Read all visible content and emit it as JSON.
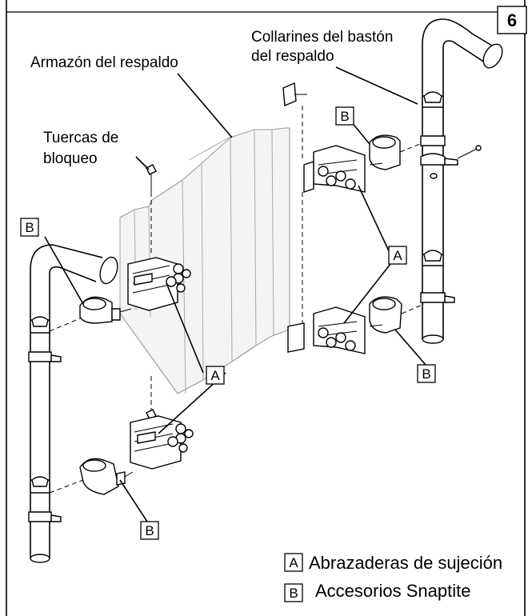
{
  "figure": {
    "number": "6",
    "callouts": {
      "backrest_frame": "Armazón del respaldo",
      "lock_nuts_line1": "Tuercas de",
      "lock_nuts_line2": "bloqueo",
      "collars_line1": "Collarines del bastón",
      "collars_line2": "del respaldo"
    },
    "part_letters": {
      "a": "A",
      "b": "B"
    },
    "legend": [
      {
        "letter": "A",
        "text": "Abrazaderas de sujeción"
      },
      {
        "letter": "B",
        "text": "Accesorios Snaptite"
      }
    ]
  }
}
